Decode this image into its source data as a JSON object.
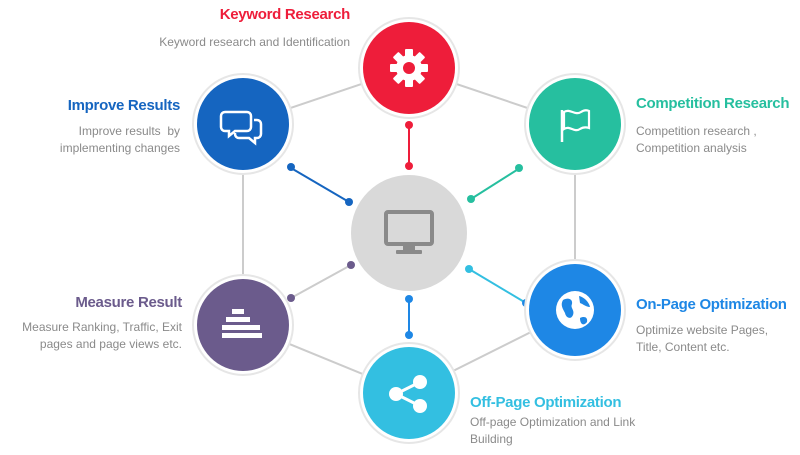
{
  "colors": {
    "keyword": "#ee1d3a",
    "competition": "#26bf9f",
    "onpage": "#1e87e5",
    "offpage": "#33bfe1",
    "measure": "#6b5b8c",
    "improve": "#1565c0",
    "center": "#d9d9d9",
    "line": "#cccccc"
  },
  "nodes": {
    "keyword": {
      "title": "Keyword Research",
      "desc": "Keyword research and Identification",
      "icon": "gear-icon"
    },
    "competition": {
      "title": "Competition Research",
      "desc": "Competition research , Competition analysis",
      "desc_lines": [
        "Competition research ,",
        "Competition analysis"
      ],
      "icon": "flag-icon"
    },
    "onpage": {
      "title": "On-Page Optimization",
      "desc_lines": [
        "Optimize website Pages,",
        "Title, Content etc."
      ],
      "icon": "globe-icon"
    },
    "offpage": {
      "title": "Off-Page Optimization",
      "desc_lines": [
        "Off-page Optimization and Link",
        "Building"
      ],
      "icon": "share-icon"
    },
    "measure": {
      "title": "Measure Result",
      "desc_lines": [
        "Measure Ranking, Traffic, Exit",
        "pages and page views etc."
      ],
      "icon": "bars-icon"
    },
    "improve": {
      "title": "Improve Results",
      "desc_lines": [
        "Improve results  by",
        "implementing changes"
      ],
      "icon": "chat-icon"
    },
    "center": {
      "icon": "monitor-icon"
    }
  }
}
